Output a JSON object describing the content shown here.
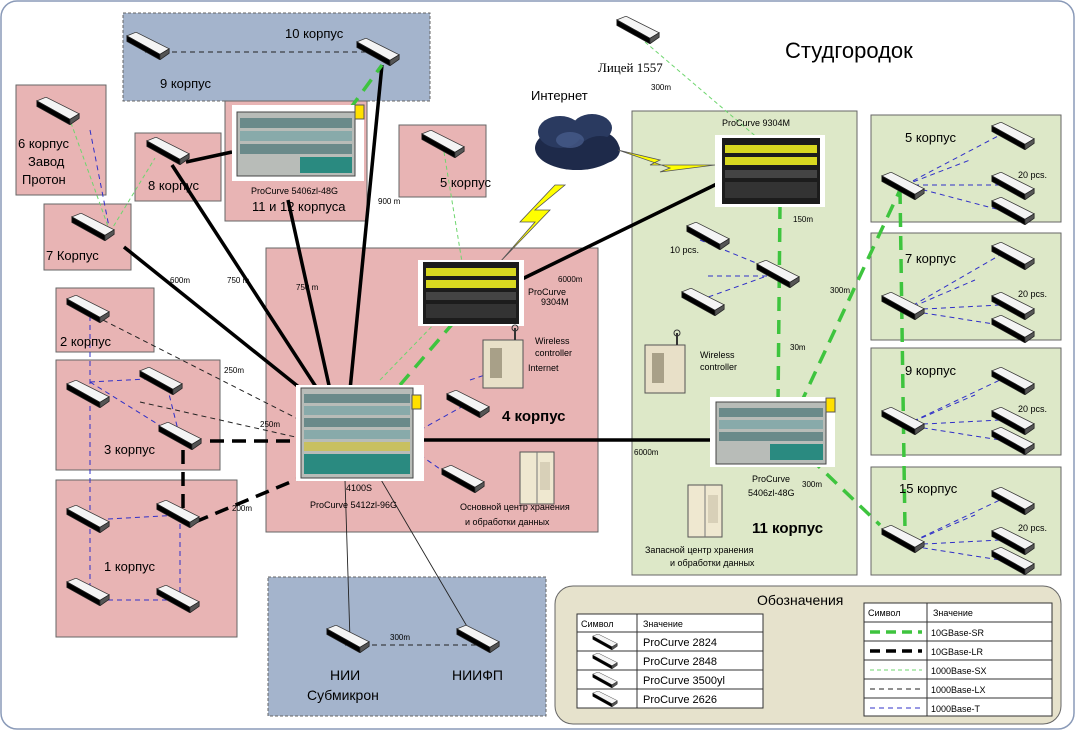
{
  "campus_title": "Студгородок",
  "internet_label": "Интернет",
  "lyceum": "Лицей 1557",
  "buildings": {
    "b10": "10 корпус",
    "b9": "9 корпус",
    "b6": [
      "6 корпус",
      "Завод",
      "Протон"
    ],
    "b8": "8 корпус",
    "b7": "7 Корпус",
    "b5": "5 корпус",
    "b2": "2 корпус",
    "b3": "3 корпус",
    "b1": "1 корпус",
    "b4": "4 корпус",
    "b11": "11 корпус",
    "r5": "5 корпус",
    "r7": "7 корпус",
    "r9": "9 корпус",
    "r15": "15 корпус",
    "nii": [
      "НИИ",
      "Субмикрон"
    ],
    "niifp": "НИИФП"
  },
  "devices": {
    "core_5406_a": "ProCurve 5406zl-48G",
    "core_5406_a_sub": "11 и 12 корпуса",
    "core_9304_left": [
      "ProCurve",
      "9304M"
    ],
    "core_9304_right": "ProCurve 9304M",
    "wireless_left": [
      "Wireless",
      "controller"
    ],
    "wireless_left_inet": "Internet",
    "wireless_right": [
      "Wireless",
      "controller"
    ],
    "core_5412": [
      "4100S",
      "ProCurve 5412zl-96G"
    ],
    "core_5406_b": [
      "ProCurve",
      "5406zl-48G"
    ],
    "dc_main": [
      "Основной центр хранения",
      "и обработки данных"
    ],
    "dc_backup": [
      "Запасной центр хранения",
      "и обработки данных"
    ],
    "pcs10": "10 pcs.",
    "pcs20": "20 pcs."
  },
  "distances": [
    "300m",
    "600m",
    "750 m",
    "750 m",
    "900 m",
    "6000m",
    "150m",
    "300m",
    "30m",
    "250m",
    "250m",
    "200m",
    "6000m",
    "300m",
    "300m"
  ],
  "legend": {
    "title": "Обозначения",
    "symbol_header": "Символ",
    "value_header": "Значение",
    "devices": [
      "ProCurve 2824",
      "ProCurve 2848",
      "ProCurve 3500yl",
      "ProCurve 2626"
    ],
    "links": [
      "10GBase-SR",
      "10GBase-LR",
      "1000Base-SX",
      "1000Base-LX",
      "1000Base-T"
    ]
  },
  "colors": {
    "pink_zone": "#e8b4b4",
    "blue_zone": "#a4b4cc",
    "green_zone": "#dde8c8",
    "legend_bg": "#e6e2cc",
    "sw2824": "#5a6fd8",
    "sw2848": "#b03040",
    "sw3500": "#3f9a90",
    "sw2626": "#dedede",
    "link_10g_sr": "#3ec43e",
    "link_1000_sx": "#6ed66e",
    "link_1000_t": "#3030c8"
  }
}
